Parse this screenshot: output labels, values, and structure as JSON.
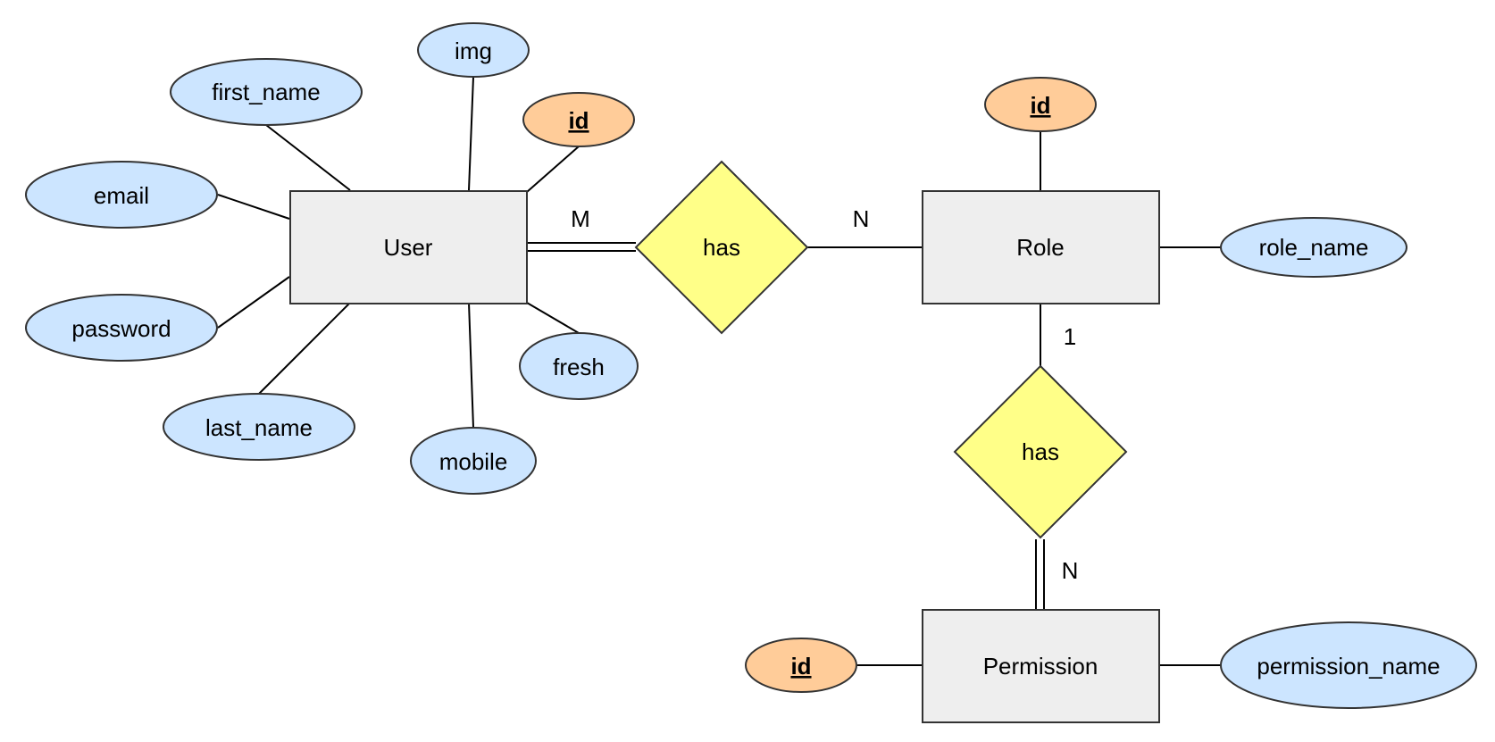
{
  "entities": {
    "user": "User",
    "role": "Role",
    "permission": "Permission"
  },
  "relationships": {
    "user_role": "has",
    "role_permission": "has"
  },
  "attributes": {
    "user": {
      "id": "id",
      "img": "img",
      "first_name": "first_name",
      "email": "email",
      "password": "password",
      "last_name": "last_name",
      "mobile": "mobile",
      "fresh": "fresh"
    },
    "role": {
      "id": "id",
      "role_name": "role_name"
    },
    "permission": {
      "id": "id",
      "permission_name": "permission_name"
    }
  },
  "cardinalities": {
    "user_side": "M",
    "role_side_user_rel": "N",
    "role_side_perm_rel": "1",
    "permission_side": "N"
  },
  "colors": {
    "entity_fill": "#eeeeee",
    "attribute_fill": "#cce5ff",
    "key_attribute_fill": "#ffcc99",
    "relationship_fill": "#ffff88",
    "stroke": "#333333"
  }
}
